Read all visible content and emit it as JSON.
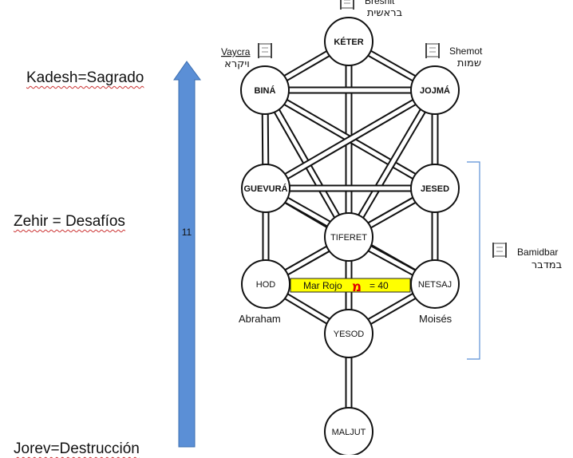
{
  "left_labels": {
    "kadesh": "Kadesh=Sagrado",
    "zehir": "Zehir = Desafíos",
    "jorev": "Jorev=Destrucción"
  },
  "arrow": {
    "label": "11",
    "color": "#5b8fd6",
    "edge_color": "#3a6db0"
  },
  "sefirot": [
    {
      "id": "keter",
      "label": "KÉTER"
    },
    {
      "id": "bina",
      "label": "BINÁ"
    },
    {
      "id": "jojma",
      "label": "JOJMÁ"
    },
    {
      "id": "guevura",
      "label": "GUEVURÁ"
    },
    {
      "id": "jesed",
      "label": "JESED"
    },
    {
      "id": "tiferet",
      "label": "TIFERET"
    },
    {
      "id": "hod",
      "label": "HOD"
    },
    {
      "id": "netsaj",
      "label": "NETSAJ"
    },
    {
      "id": "yesod",
      "label": "YESOD"
    },
    {
      "id": "maljut",
      "label": "MALJUT"
    }
  ],
  "books": {
    "breshit": {
      "latin": "Breshit",
      "hebrew": "בראשית"
    },
    "vaycra": {
      "latin": "Vaycra",
      "hebrew": "ויקרא"
    },
    "shemot": {
      "latin": "Shemot",
      "hebrew": "שמות"
    },
    "bamidbar": {
      "latin": "Bamidbar",
      "hebrew": "במדבר"
    }
  },
  "names": {
    "abraham": "Abraham",
    "moises": "Moisés"
  },
  "mar_rojo": {
    "text": "Mar Rojo",
    "letter": "מ",
    "value": "= 40",
    "band_color": "#ffff00",
    "letter_color": "#e00000"
  }
}
